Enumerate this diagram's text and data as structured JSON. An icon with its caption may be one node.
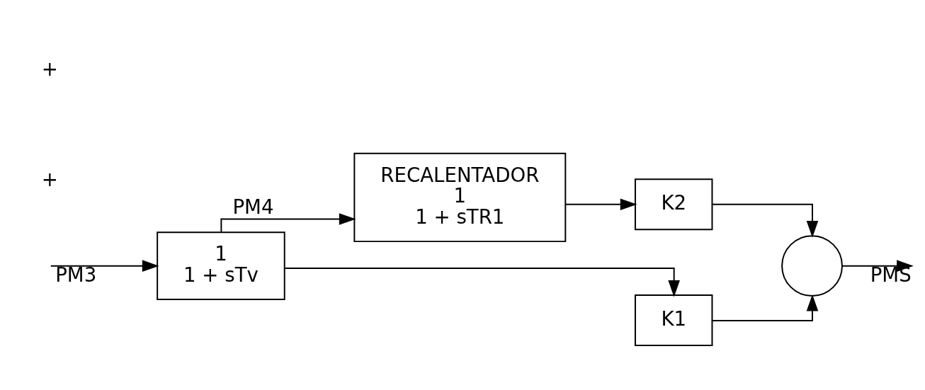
{
  "diagram": {
    "nodes": [
      {
        "text": [
          "1",
          "1 + sTv"
        ]
      },
      {
        "text": [
          "RECALENTADOR",
          "1",
          "1 + sTR1"
        ]
      },
      {
        "text": [
          "K1"
        ]
      },
      {
        "text": [
          "K2"
        ]
      },
      {
        "text": [],
        "shape": "circle"
      }
    ],
    "edges": [
      {
        "from": null,
        "to": 0,
        "arrow": "to",
        "label": "PM3"
      },
      {
        "from": 0,
        "to": 2,
        "arrow": "to"
      },
      {
        "from": 0,
        "to": 1,
        "arrow": "to",
        "label": "PM4"
      },
      {
        "from": 1,
        "to": 3,
        "arrow": "to"
      },
      {
        "from": 2,
        "to": 4,
        "arrow": "to"
      },
      {
        "from": 3,
        "to": 4,
        "arrow": "to"
      },
      {
        "from": 4,
        "to": null,
        "arrow": "to",
        "label": "PMS"
      }
    ],
    "labels": [
      "+",
      "+"
    ]
  }
}
